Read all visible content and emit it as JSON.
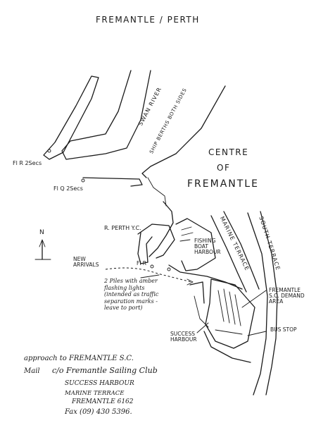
{
  "map": {
    "title": "FREMANTLE / PERTH",
    "river_label": "SWAN RIVER",
    "ship_berths": "SHIP BERTHS BOTH SIDES",
    "centre_line1": "CENTRE",
    "centre_line2": "OF",
    "centre_line3": "FREMANTLE",
    "light_fl_r": "Fl R 2Secs",
    "light_fl_q": "Fl Q 2Secs",
    "royal_perth": "R. PERTH Y.C.",
    "fishing_boat_harbour": "FISHING BOAT HARBOUR",
    "marine_terrace": "MARINE TERRACE",
    "south_terrace": "SOUTH TERRACE",
    "new_arrivals": "NEW ARRIVALS",
    "fl_r_short": "Fl R",
    "piles_note": "2 Piles with amber flashing lights (intended as traffic separation marks - leave to port)",
    "fremantle_sc": "FREMANTLE S.C. DEMAND AREA",
    "bus_stop": "BUS STOP",
    "success_harbour": "SUCCESS HARBOUR",
    "north": "N"
  },
  "footer": {
    "approach": "approach to FREMANTLE S.C.",
    "mail_label": "Mail",
    "mail_line1": "c/o Fremantle Sailing Club",
    "mail_line2": "SUCCESS HARBOUR",
    "mail_line3": "MARINE TERRACE",
    "mail_line4": "FREMANTLE 6162",
    "fax": "Fax (09) 430 5396."
  }
}
